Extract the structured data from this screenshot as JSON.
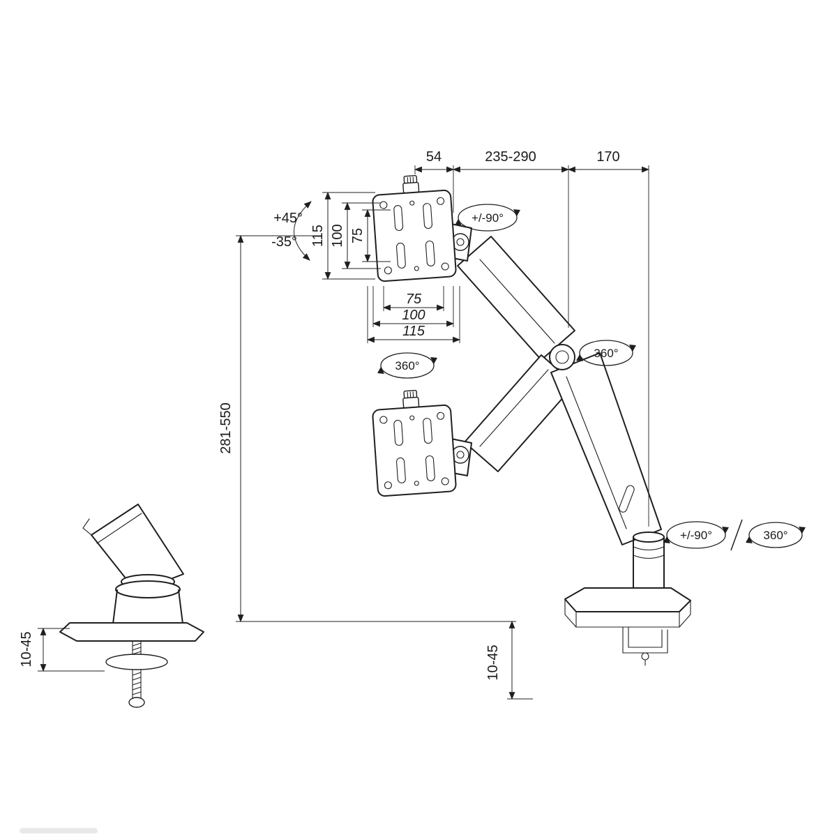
{
  "drawing": {
    "subject": "gas-spring-monitor-desk-mount-dimensional-drawing",
    "line_color": "#1f1f1f",
    "background": "#ffffff",
    "dims": {
      "d54": "54",
      "d235": "235-290",
      "d170": "170",
      "tilt_up": "+45°",
      "tilt_down": "-35°",
      "v115": "115",
      "v100": "100",
      "v75": "75",
      "h75": "75",
      "h100": "100",
      "h115": "115",
      "height": "281-550",
      "clamp_left": "10-45",
      "clamp_bottom": "10-45"
    },
    "rotations": {
      "head_swivel": "+/-90°",
      "vesa_360": "360°",
      "arm_360": "360°",
      "base_swivel": "+/-90°",
      "base_360": "360°"
    }
  }
}
